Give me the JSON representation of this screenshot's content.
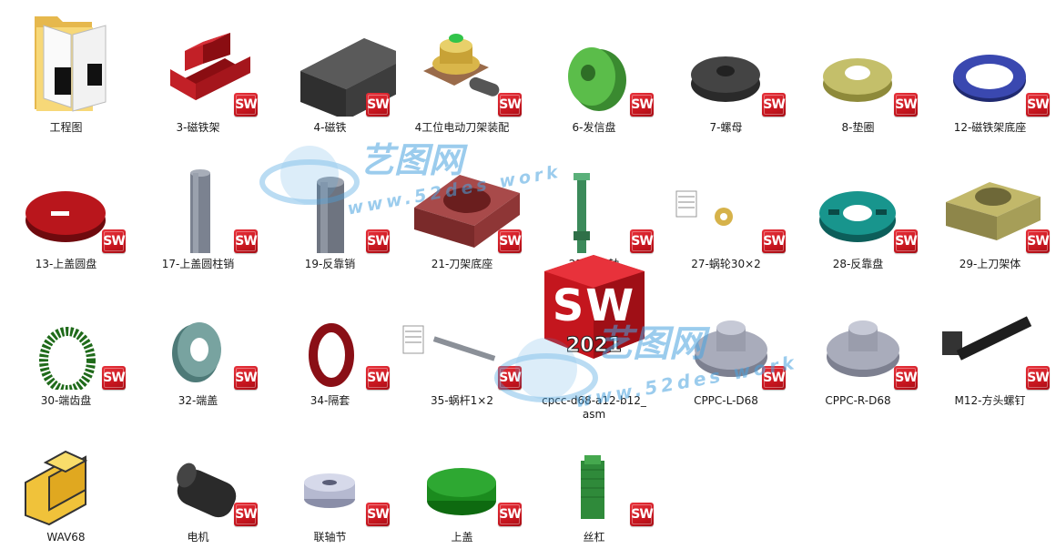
{
  "files": [
    {
      "name": "工程图",
      "type": "folder"
    },
    {
      "name": "3-磁铁架",
      "type": "part"
    },
    {
      "name": "4-磁铁",
      "type": "part"
    },
    {
      "name": "4工位电动刀架装配",
      "type": "assembly"
    },
    {
      "name": "6-发信盘",
      "type": "part"
    },
    {
      "name": "7-螺母",
      "type": "part"
    },
    {
      "name": "8-垫圈",
      "type": "part"
    },
    {
      "name": "12-磁铁架底座",
      "type": "part"
    },
    {
      "name": "13-上盖圆盘",
      "type": "part"
    },
    {
      "name": "17-上盖圆柱销",
      "type": "part"
    },
    {
      "name": "19-反靠销",
      "type": "part"
    },
    {
      "name": "21-刀架底座",
      "type": "part"
    },
    {
      "name": "25-中心轴",
      "type": "part"
    },
    {
      "name": "27-蜗轮30×2",
      "type": "part"
    },
    {
      "name": "28-反靠盘",
      "type": "part"
    },
    {
      "name": "29-上刀架体",
      "type": "part"
    },
    {
      "name": "30-端齿盘",
      "type": "part"
    },
    {
      "name": "32-端盖",
      "type": "part"
    },
    {
      "name": "34-隔套",
      "type": "part"
    },
    {
      "name": "35-蜗杆1×2",
      "type": "part"
    },
    {
      "name": "cpcc-d68-a12-b12_asm",
      "type": "sw2021"
    },
    {
      "name": "CPPC-L-D68",
      "type": "part"
    },
    {
      "name": "CPPC-R-D68",
      "type": "part"
    },
    {
      "name": "M12-方头螺钉",
      "type": "part"
    },
    {
      "name": "WAV68",
      "type": "edrawing"
    },
    {
      "name": "电机",
      "type": "part"
    },
    {
      "name": "联轴节",
      "type": "part"
    },
    {
      "name": "上盖",
      "type": "part"
    },
    {
      "name": "丝杠",
      "type": "part"
    }
  ],
  "badge_text": "SW",
  "big_icon": {
    "letters": "SW",
    "year": "2021"
  },
  "watermark": {
    "brand": "艺图网",
    "url": "www.52des work"
  },
  "colors": {
    "sw_red": "#d21f27",
    "watermark_blue": "#4aa3e0",
    "folder_yellow": "#f5d26b"
  }
}
